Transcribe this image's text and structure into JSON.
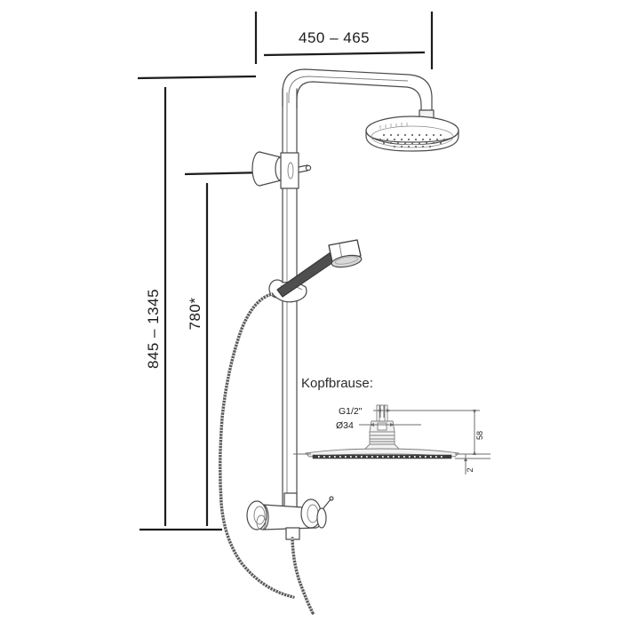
{
  "drawing": {
    "title": "Shower column technical dimension drawing",
    "dimensions": {
      "width_range": "450 – 465",
      "height_range": "845 – 1345",
      "bracket_height": "780*"
    },
    "detail": {
      "heading": "Kopfbrause:",
      "thread_label": "G1/2\"",
      "diameter_label": "Ø34",
      "height_label": "58",
      "thickness_label": "2"
    },
    "colors": {
      "line": "#1c1c1c",
      "outline": "#4a4a4a",
      "background": "#ffffff"
    }
  }
}
